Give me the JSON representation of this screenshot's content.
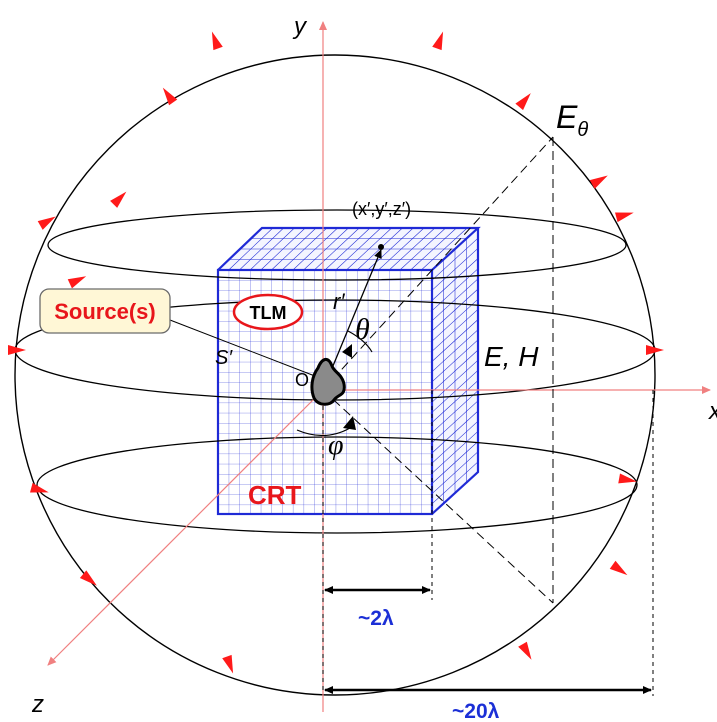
{
  "labels": {
    "y_axis": "y",
    "x_axis": "x",
    "z_axis": "z",
    "e_theta_base": "E",
    "e_theta_sub": "θ",
    "point": "(x′,y′,z′)",
    "r_prime": "r′",
    "theta": "θ",
    "phi": "φ",
    "origin": "O",
    "s_prime": "S′",
    "fields": "E, H",
    "source": "Source(s)",
    "tlm": "TLM",
    "crt": "CRT",
    "dim_small": "~2λ",
    "dim_large": "~20λ"
  },
  "colors": {
    "axis": "#f08080",
    "grid": "#1f2ad6",
    "arrow": "#ff1a1a",
    "accent_red": "#e8161b",
    "dimension_blue": "#1b2fd6",
    "source_fill": "#fff7d6",
    "source_border": "#6b6b6b",
    "object_fill": "#8a8a8a"
  },
  "icons": {
    "radiation_object": "blob-shape",
    "field_arrows": "arrowhead"
  }
}
